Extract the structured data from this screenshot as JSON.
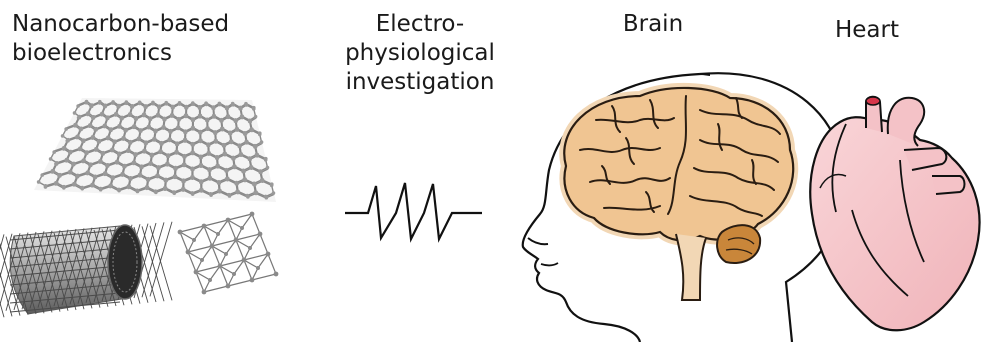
{
  "panels": {
    "nanocarbon": {
      "line1": "Nanocarbon-based",
      "line2": "bioelectronics"
    },
    "electro": {
      "line1": "Electro-",
      "line2": "physiological",
      "line3": "investigation"
    },
    "brain": {
      "title": "Brain"
    },
    "heart": {
      "title": "Heart"
    }
  },
  "colors": {
    "ink": "#1a1a1a",
    "carbon_atom": "#9a9a9a",
    "brain_fill": "#f0c592",
    "brain_outline": "#f2d7b5",
    "cerebellum": "#c9863a",
    "heart_fill": "#f6c8cc",
    "heart_vessel_opening": "#d6364a"
  }
}
